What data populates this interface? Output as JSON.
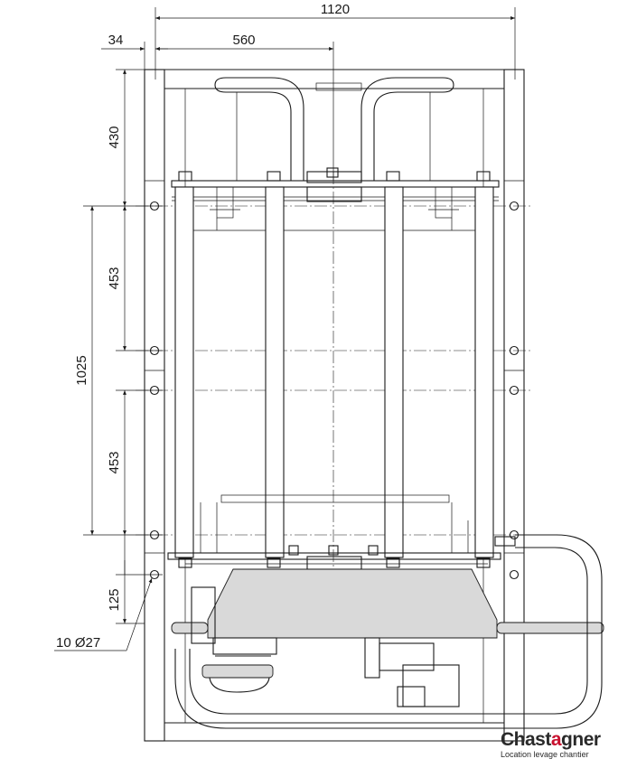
{
  "dimensions": {
    "total_width": "1120",
    "half_width": "560",
    "edge_offset": "34",
    "top_height": "430",
    "hole_spacing_upper": "453",
    "hole_span": "1025",
    "hole_spacing_lower": "453",
    "bottom_offset": "125",
    "holes_callout": "10 Ø27"
  },
  "logo": {
    "brand_prefix": "Chast",
    "brand_accent": "a",
    "brand_suffix": "gner",
    "tagline": "Location levage chantier",
    "accent_color": "#c8102e",
    "text_color": "#2a2a2a"
  },
  "colors": {
    "line": "#1a1a1a",
    "fill_grey": "#d9d9d9",
    "background": "#ffffff"
  }
}
